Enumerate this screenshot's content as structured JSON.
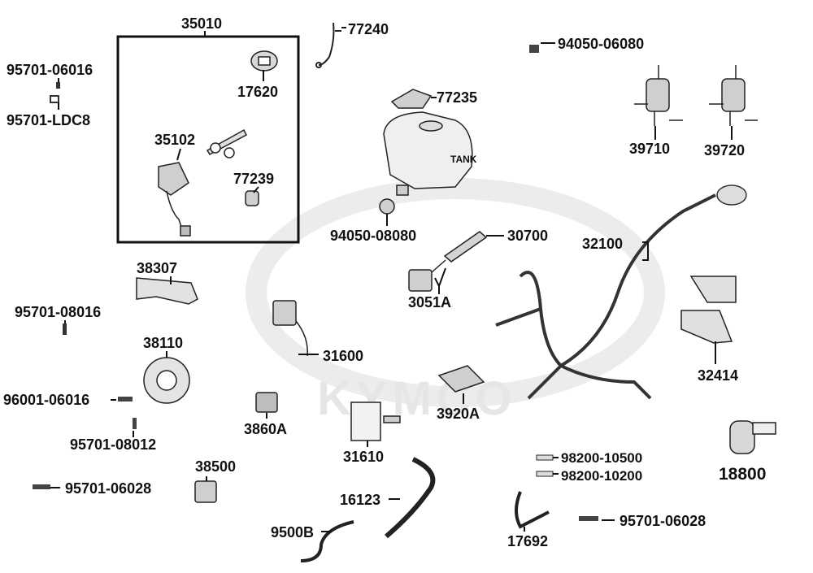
{
  "watermark": {
    "brand": "KYMCO"
  },
  "callouts": {
    "35010": "35010",
    "77240": "77240",
    "94050_06080": "94050-06080",
    "95701_06016": "95701-06016",
    "95701_LDC8": "95701-LDC8",
    "17620": "17620",
    "35102": "35102",
    "77235": "77235",
    "39710": "39710",
    "39720": "39720",
    "77239": "77239",
    "94050_08080": "94050-08080",
    "30700": "30700",
    "32100": "32100",
    "38307": "38307",
    "3051A": "3051A",
    "95701_08016": "95701-08016",
    "38110": "38110",
    "31600": "31600",
    "32414": "32414",
    "96001_06016": "96001-06016",
    "3920A": "3920A",
    "95701_08012": "95701-08012",
    "3860A": "3860A",
    "18800": "18800",
    "31610": "31610",
    "98200_10500": "98200-10500",
    "38500": "38500",
    "98200_10200": "98200-10200",
    "95701_06028_left": "95701-06028",
    "16123": "16123",
    "9500B": "9500B",
    "95701_06028_right": "95701-06028",
    "17692": "17692"
  },
  "tank_label": "TANK"
}
